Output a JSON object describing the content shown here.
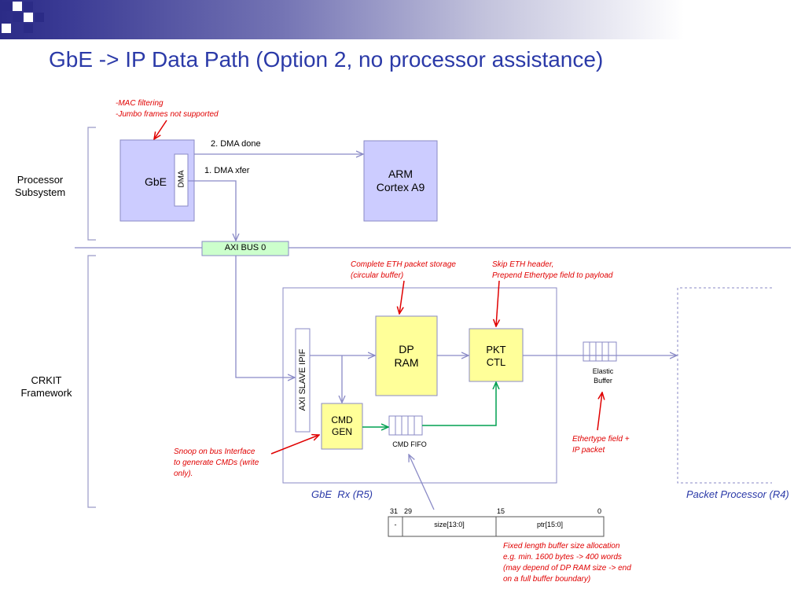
{
  "title": "GbE -> IP Data Path (Option 2, no processor assistance)",
  "groups": {
    "processor_subsystem": "Processor\nSubsystem",
    "crkit_framework": "CRKIT\nFramework"
  },
  "blocks": {
    "gbe": "GbE",
    "dma": "DMA",
    "arm": "ARM\nCortex A9",
    "axi_bus": "AXI BUS 0",
    "axi_slave": "AXI SLAVE IPIF",
    "dp_ram": "DP\nRAM",
    "pkt_ctl": "PKT\nCTL",
    "cmd_gen": "CMD\nGEN",
    "cmd_fifo": "CMD FIFO",
    "elastic_buffer": "Elastic\nBuffer",
    "gbe_rx": "GbE  Rx (R5)",
    "packet_processor": "Packet Processor (R4)"
  },
  "arrows": {
    "dma_done": "2. DMA done",
    "dma_xfer": "1. DMA xfer"
  },
  "annotations": {
    "mac": "-MAC filtering\n-Jumbo frames not supported",
    "eth_storage": "Complete ETH packet storage\n(circular buffer)",
    "skip_eth": "Skip ETH header,\nPrepend Ethertype field to payload",
    "ethertype": "Ethertype field +\nIP packet",
    "snoop": "Snoop on bus Interface\nto generate CMDs (write\nonly).",
    "fixed_length": "Fixed length buffer size allocation\ne.g. min. 1600 bytes -> 400 words\n(may depend of DP RAM size -> end\non a full buffer boundary)"
  },
  "cmd_word": {
    "bits": [
      "31",
      "29",
      "15",
      "0"
    ],
    "fields": [
      "-",
      "size[13:0]",
      "ptr[15:0]"
    ]
  },
  "colors": {
    "title": "#2b3aa8",
    "lavender_block": "#ccccff",
    "yellow_block": "#ffff99",
    "green_block": "#ccffcc",
    "arrow": "#8a8ac6",
    "green_arrow": "#00a050",
    "note": "#e00000"
  }
}
